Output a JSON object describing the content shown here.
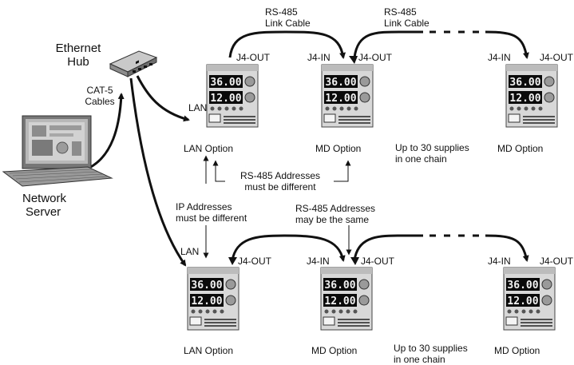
{
  "colors": {
    "ink": "#111111",
    "panel": "#d8d8d8",
    "display": "#0a0a0a",
    "digits": "#f2f2f2"
  },
  "labels": {
    "ethernet_hub": [
      "Ethernet",
      "Hub"
    ],
    "cat5_cables": [
      "CAT-5",
      "Cables"
    ],
    "network_server": [
      "Network",
      "Server"
    ],
    "rs485_link_cable_1": [
      "RS-485",
      "Link Cable"
    ],
    "rs485_link_cable_2": [
      "RS-485",
      "Link Cable"
    ],
    "lan_top": "LAN",
    "lan_bottom": "LAN",
    "rs485_must_differ": [
      "RS-485 Addresses",
      "must be different"
    ],
    "ip_must_differ": [
      "IP Addresses",
      "must be different"
    ],
    "rs485_may_same": [
      "RS-485 Addresses",
      "may be the same"
    ],
    "up_to_30_top": [
      "Up to 30 supplies",
      "in one chain"
    ],
    "up_to_30_bottom": [
      "Up to 30 supplies",
      "in one chain"
    ]
  },
  "top_row": {
    "units": [
      {
        "caption": "LAN Option",
        "volts": "36.00",
        "amps": "12.00",
        "port_out": "J4-OUT"
      },
      {
        "caption": "MD Option",
        "volts": "36.00",
        "amps": "12.00",
        "port_in": "J4-IN",
        "port_out": "J4-OUT"
      },
      {
        "caption": "MD Option",
        "volts": "36.00",
        "amps": "12.00",
        "port_in": "J4-IN",
        "port_out": "J4-OUT"
      }
    ]
  },
  "bottom_row": {
    "units": [
      {
        "caption": "LAN Option",
        "volts": "36.00",
        "amps": "12.00",
        "port_out": "J4-OUT"
      },
      {
        "caption": "MD Option",
        "volts": "36.00",
        "amps": "12.00",
        "port_in": "J4-IN",
        "port_out": "J4-OUT"
      },
      {
        "caption": "MD Option",
        "volts": "36.00",
        "amps": "12.00",
        "port_in": "J4-IN",
        "port_out": "J4-OUT"
      }
    ]
  }
}
